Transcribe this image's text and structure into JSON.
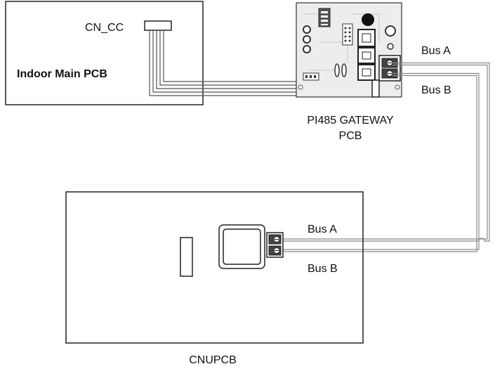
{
  "diagram": {
    "indoor_board": {
      "title": "Indoor Main PCB",
      "connector_label": "CN_CC"
    },
    "gateway_board": {
      "title_line1": "PI485 GATEWAY",
      "title_line2": "PCB"
    },
    "cnu_board": {
      "title": "CNUPCB"
    },
    "gateway_terminals": {
      "a": "Bus A",
      "b": "Bus B"
    },
    "cnu_terminals": {
      "a": "Bus A",
      "b": "Bus B"
    }
  },
  "colors": {
    "outline": "#222222",
    "wire": "#555555",
    "bus_wire": "#888888",
    "terminal_fill": "#444444",
    "pcb_fill": "#ededed"
  }
}
